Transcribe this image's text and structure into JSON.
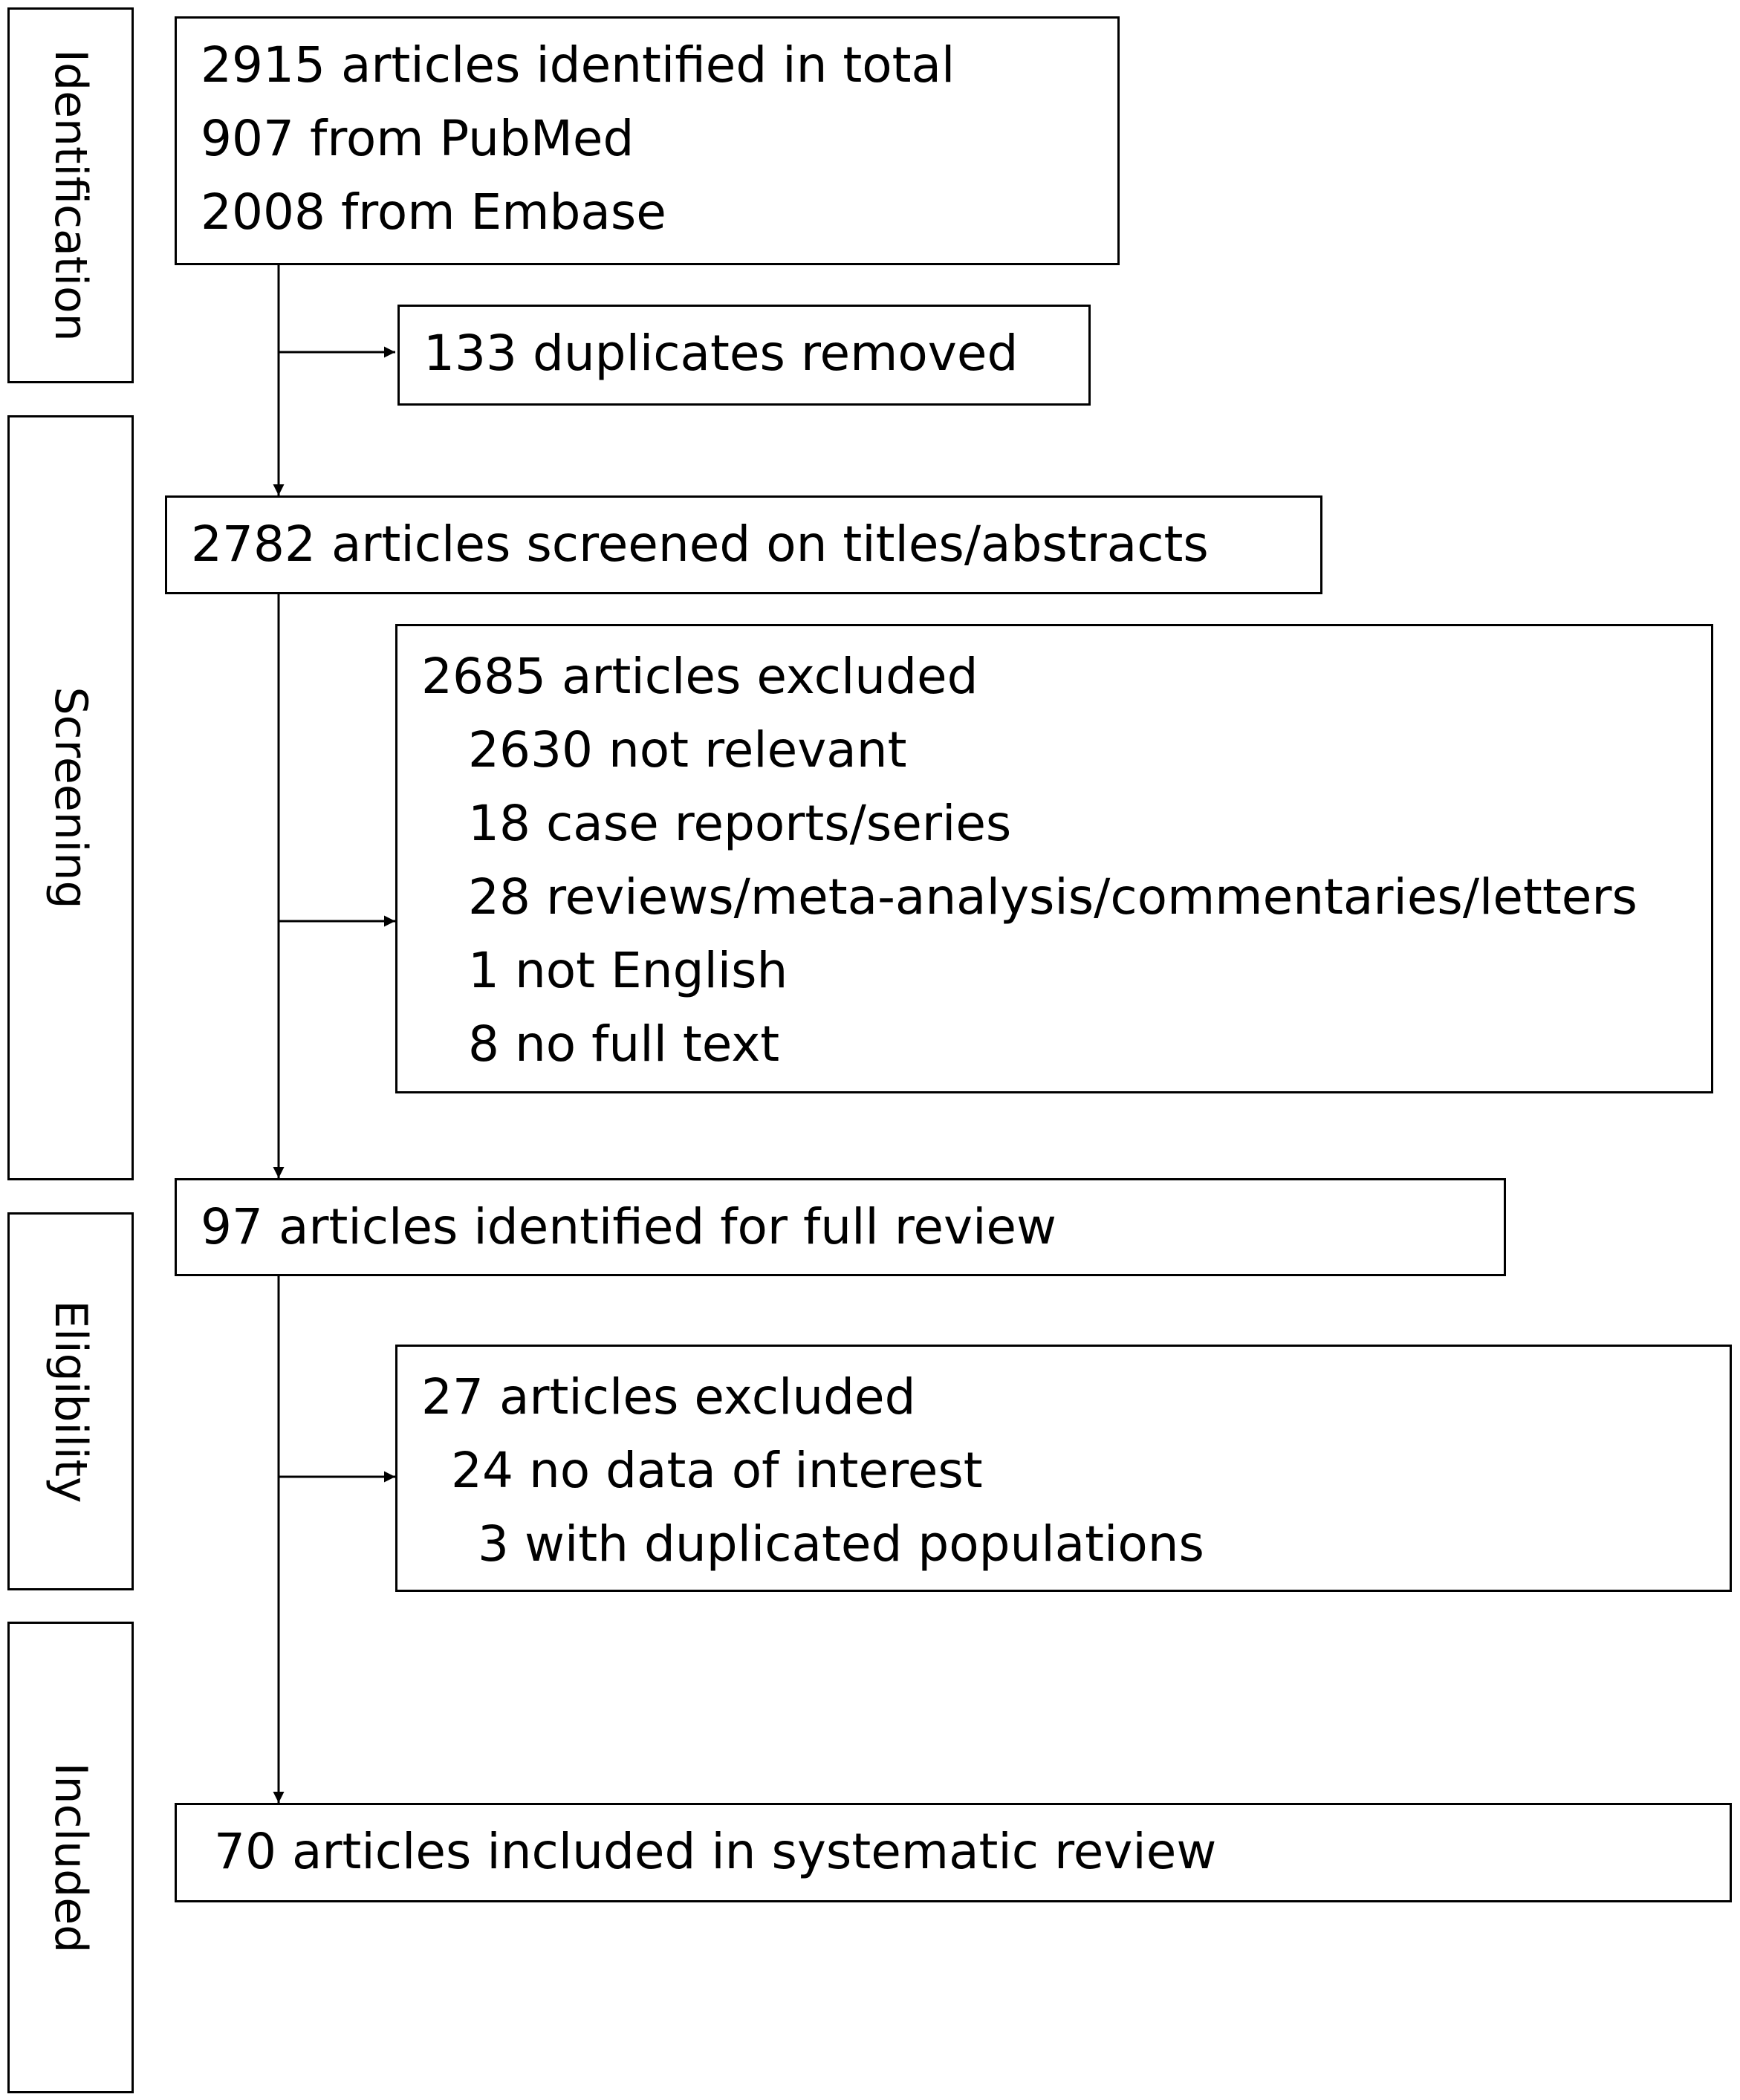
{
  "stages": {
    "identification": "Identification",
    "screening": "Screening",
    "eligibility": "Eligibility",
    "included": "Included"
  },
  "identified": {
    "total": "2915 articles identified in total",
    "pubmed": "907 from PubMed",
    "embase": "2008 from Embase"
  },
  "duplicates": {
    "text": "133 duplicates removed"
  },
  "screened": {
    "text": "2782 articles screened on titles/abstracts"
  },
  "screen_excluded": {
    "title": "2685 articles excluded",
    "items": [
      "2630 not relevant",
      "18 case reports/series",
      "28 reviews/meta-analysis/commentaries/letters",
      "1 not English",
      "8 no full text"
    ]
  },
  "full_review": {
    "text": "97 articles identified for full review"
  },
  "eligibility_excluded": {
    "title": "27 articles excluded",
    "items": [
      "24 no data of interest",
      "3 with duplicated populations"
    ]
  },
  "included": {
    "text": "70 articles included in systematic review"
  }
}
